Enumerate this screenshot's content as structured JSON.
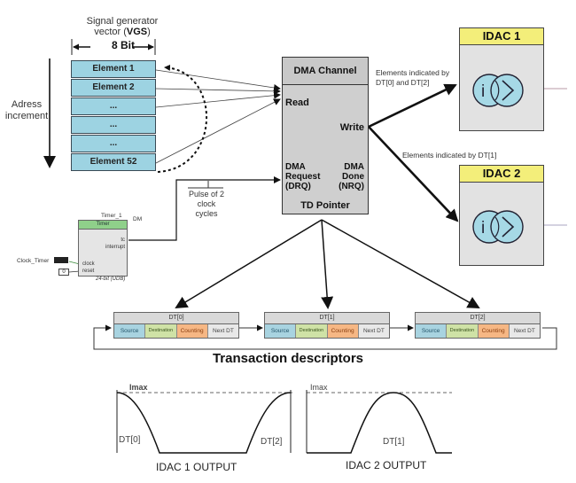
{
  "vgs": {
    "title_line1": "Signal generator",
    "title_line2": "vector (",
    "title_bold": "VGS",
    "title_end": ")",
    "width_label": "8 Bit",
    "elements": [
      "Element   1",
      "Element   2",
      "...",
      "...",
      "...",
      "Element   52"
    ]
  },
  "address": {
    "label_line1": "Adress",
    "label_line2": "increment"
  },
  "dma": {
    "title": "DMA Channel",
    "read": "Read",
    "write": "Write",
    "request_l1": "DMA",
    "request_l2": "Request",
    "request_l3": "(DRQ)",
    "done_l1": "DMA",
    "done_l2": "Done",
    "done_l3": "(NRQ)",
    "td_pointer": "TD Pointer"
  },
  "notes": {
    "idac1_l1": "Elements indicated by",
    "idac1_l2": "DT[0] and DT[2]",
    "idac2": "Elements indicated by DT[1]",
    "pulse_l1": "Pulse of 2",
    "pulse_l2": "clock cycles"
  },
  "idac": [
    {
      "title": "IDAC 1",
      "symbol_i": "i"
    },
    {
      "title": "IDAC 2",
      "symbol_i": "i"
    }
  ],
  "timer": {
    "instance": "Timer_1",
    "header": "Timer",
    "dm": "DM",
    "tc": "tc",
    "interrupt": "interrupt",
    "clock": "clock",
    "reset": "reset",
    "footer": "24-bit (UDB)",
    "clock_source": "Clock_Timer",
    "reset_value": "0"
  },
  "descriptors": {
    "title": "Transaction descriptors",
    "items": [
      {
        "name": "DT[0]",
        "fields": [
          "Source",
          "Destination",
          "Counting",
          "Next DT"
        ]
      },
      {
        "name": "DT[1]",
        "fields": [
          "Source",
          "Destination",
          "Counting",
          "Next DT"
        ]
      },
      {
        "name": "DT[2]",
        "fields": [
          "Source",
          "Destination",
          "Counting",
          "Next DT"
        ]
      }
    ]
  },
  "outputs": [
    {
      "title": "IDAC 1 OUTPUT",
      "imax": "Imax",
      "left_label": "DT[0]",
      "right_label": "DT[2]"
    },
    {
      "title": "IDAC 2 OUTPUT",
      "imax": "Imax",
      "center_label": "DT[1]"
    }
  ],
  "colors": {
    "element_fill": "#9dd3e2",
    "idac_header": "#f3ee7a",
    "timer_header": "#8fd08a",
    "source": "#a8d3e0",
    "destination": "#cfe2a6",
    "counting": "#f6b784"
  }
}
